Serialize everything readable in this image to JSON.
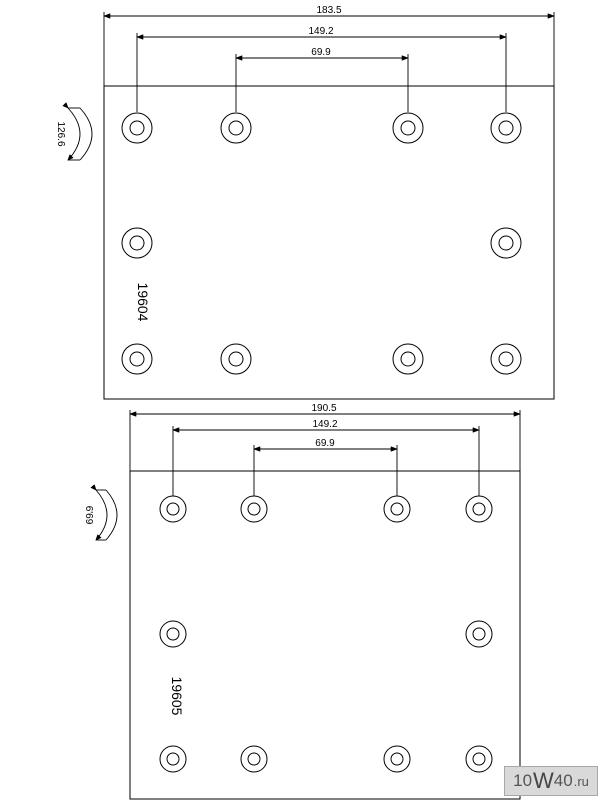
{
  "drawings": [
    {
      "part_number": "19604",
      "overall_width": "183.5",
      "outer_spacing": "149.2",
      "inner_spacing": "69.9",
      "arc_radius": "126.6"
    },
    {
      "part_number": "19605",
      "overall_width": "190.5",
      "outer_spacing": "149.2",
      "inner_spacing": "69.9",
      "arc_radius": "6'69"
    }
  ],
  "watermark": {
    "part1": "10",
    "part2": "W",
    "part3": "40",
    "part4": ".ru"
  }
}
